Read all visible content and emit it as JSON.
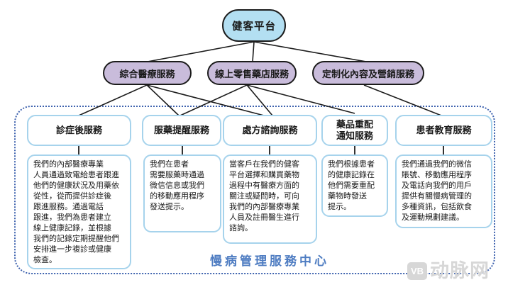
{
  "root": {
    "label": "健客平台"
  },
  "level2": [
    {
      "label": "綜合醫療服務"
    },
    {
      "label": "線上零售藥店服務"
    },
    {
      "label": "定制化內容及營銷服務"
    }
  ],
  "services": [
    {
      "title": "診症後服務",
      "desc": "我們的內部醫療專業\n人員通過致電給患者跟進\n他們的健康狀況及用藥依\n從性，從而提供診症後\n跟進服務。通過電話\n跟進，我們為患者建立\n線上健康記錄，並根據\n我們的記錄定期提醒他們\n安排進一步複診或健康\n檢查。"
    },
    {
      "title": "服藥提醒服務",
      "desc": "我們在患者\n需要服藥時通過\n微信信息或我們\n的移動應用程序\n發送提示。"
    },
    {
      "title": "處方諮詢服務",
      "desc": "當客戶在我們的健客\n平台選擇和購買藥物\n過程中有醫療方面的\n關注或疑問時，可向\n我們的內部醫療專業\n人員及註冊醫生進行\n諮詢。"
    },
    {
      "title": "藥品重配\n通知服務",
      "desc": "我們根據患者\n的健康記錄在\n他們需要重配\n藥物時發送\n提示。"
    },
    {
      "title": "患者教育服務",
      "desc": "我們通過我們的微信\n賬號、移動應用程序\n及電話向我們的用戶\n提供有關慢病管理的\n多種資訊，包括飲食\n及運動規劃建議。"
    }
  ],
  "footer_label": "慢病管理服務中心",
  "watermark": {
    "logo": "VB",
    "text": "动脉网"
  },
  "colors": {
    "root_fill": "#b3dff2",
    "level2_fill": "#c9bcdb",
    "service_box_border": "#a6d3ec",
    "dotted_container_border": "#3e62ae",
    "footer_label_text": "#4f7dc2",
    "connector_line": "#1c1c1c",
    "watermark_gray": "#d7d7d7"
  }
}
